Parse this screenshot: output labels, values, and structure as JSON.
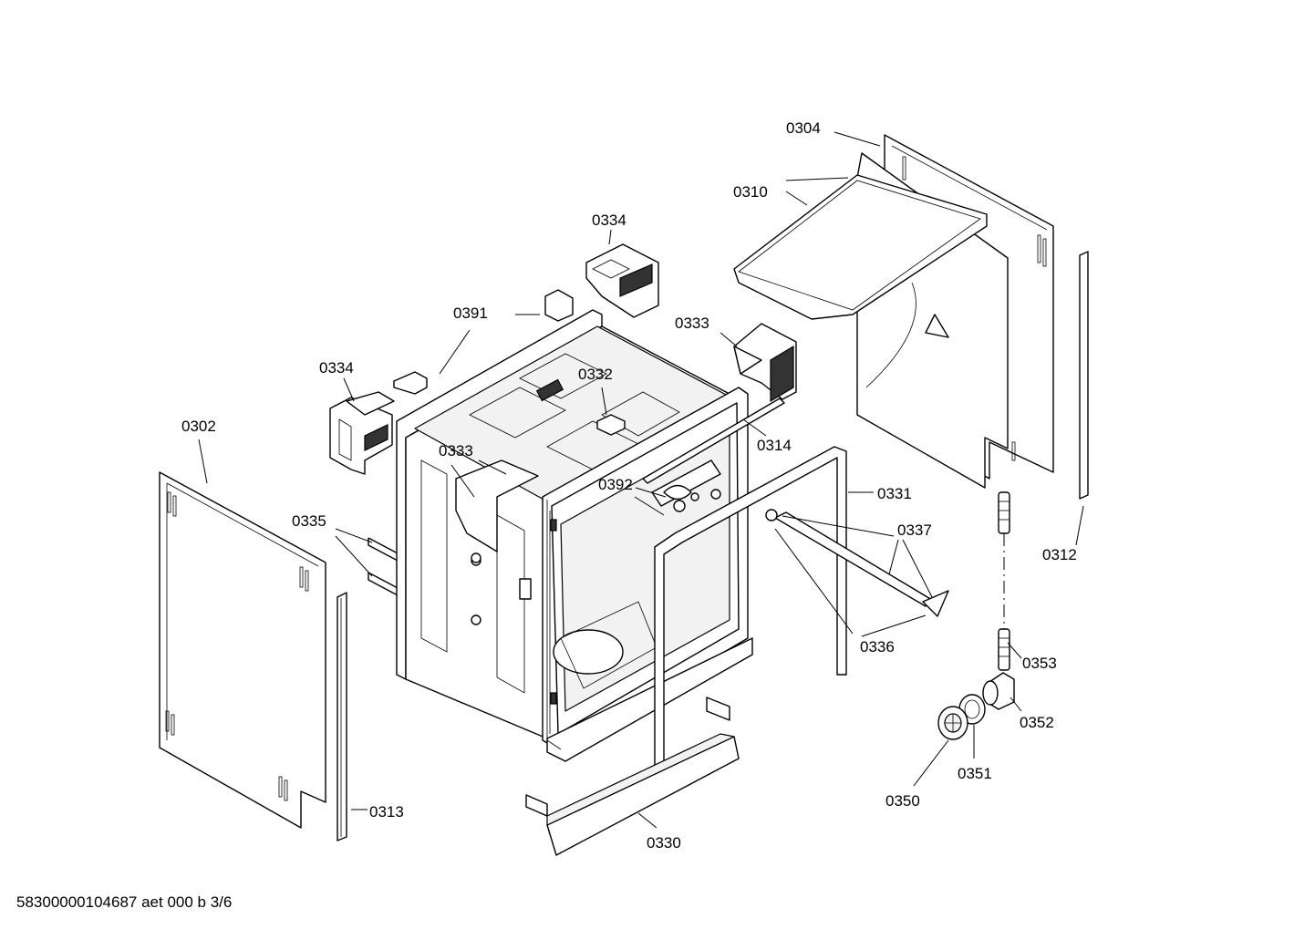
{
  "labels": {
    "p0304": "0304",
    "p0310": "0310",
    "p0334a": "0334",
    "p0333a": "0333",
    "p0391": "0391",
    "p0334b": "0334",
    "p0332": "0332",
    "p0302": "0302",
    "p0333b": "0333",
    "p0314": "0314",
    "p0392": "0392",
    "p0331": "0331",
    "p0335": "0335",
    "p0337": "0337",
    "p0312": "0312",
    "p0336": "0336",
    "p0353": "0353",
    "p0352": "0352",
    "p0351": "0351",
    "p0350": "0350",
    "p0313": "0313",
    "p0330": "0330"
  },
  "footer": "58300000104687 aet 000 b 3/6"
}
